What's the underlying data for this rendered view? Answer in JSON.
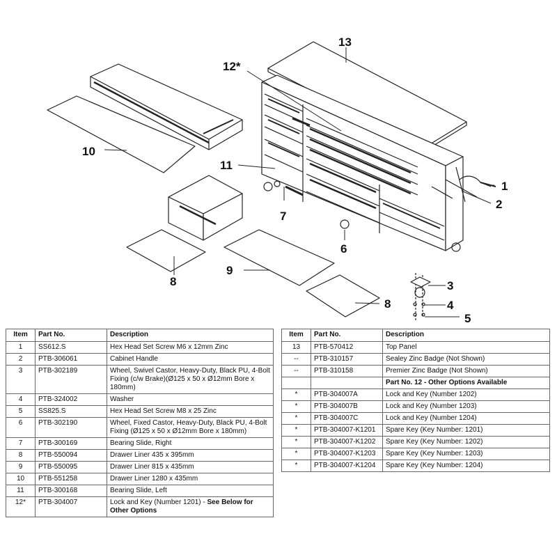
{
  "callouts": {
    "c1": "1",
    "c2": "2",
    "c3": "3",
    "c4": "4",
    "c5": "5",
    "c6": "6",
    "c7": "7",
    "c8a": "8",
    "c8b": "8",
    "c9": "9",
    "c10": "10",
    "c11": "11",
    "c12": "12*",
    "c13": "13"
  },
  "table_headers": {
    "item": "Item",
    "part_no": "Part No.",
    "description": "Description"
  },
  "left_table": [
    {
      "item": "1",
      "part_no": "SS612.S",
      "description": "Hex Head Set Screw M6 x 12mm Zinc"
    },
    {
      "item": "2",
      "part_no": "PTB-306061",
      "description": "Cabinet Handle"
    },
    {
      "item": "3",
      "part_no": "PTB-302189",
      "description": "Wheel, Swivel Castor, Heavy-Duty, Black PU, 4-Bolt Fixing (c/w Brake)(Ø125 x 50 x Ø12mm Bore x 180mm)"
    },
    {
      "item": "4",
      "part_no": "PTB-324002",
      "description": "Washer"
    },
    {
      "item": "5",
      "part_no": "SS825.S",
      "description": "Hex Head Set Screw M8 x 25 Zinc"
    },
    {
      "item": "6",
      "part_no": "PTB-302190",
      "description": "Wheel, Fixed Castor, Heavy-Duty, Black PU, 4-Bolt Fixing (Ø125 x 50 x  Ø12mm Bore x 180mm)"
    },
    {
      "item": "7",
      "part_no": "PTB-300169",
      "description": "Bearing Slide, Right"
    },
    {
      "item": "8",
      "part_no": "PTB-550094",
      "description": "Drawer Liner 435 x 395mm"
    },
    {
      "item": "9",
      "part_no": "PTB-550095",
      "description": "Drawer Liner 815 x 435mm"
    },
    {
      "item": "10",
      "part_no": "PTB-551258",
      "description": "Drawer Liner 1280 x 435mm"
    },
    {
      "item": "11",
      "part_no": "PTB-300168",
      "description": "Bearing Slide, Left"
    },
    {
      "item": "12*",
      "part_no": "PTB-304007",
      "description": "Lock and Key (Number 1201) - ",
      "description_bold": "See Below for Other Options"
    }
  ],
  "right_table": [
    {
      "item": "13",
      "part_no": "PTB-570412",
      "description": "Top Panel"
    },
    {
      "item": "--",
      "part_no": "PTB-310157",
      "description": "Sealey Zinc Badge (Not Shown)"
    },
    {
      "item": "--",
      "part_no": "PTB-310158",
      "description": "Premier Zinc Badge (Not Shown)"
    },
    {
      "item": "",
      "part_no": "",
      "description": "",
      "description_bold": "Part No. 12 - Other Options Available"
    },
    {
      "item": "*",
      "part_no": "PTB-304007A",
      "description": "Lock and Key (Number 1202)"
    },
    {
      "item": "*",
      "part_no": "PTB-304007B",
      "description": "Lock and Key (Number 1203)"
    },
    {
      "item": "*",
      "part_no": "PTB-304007C",
      "description": "Lock and Key (Number 1204)"
    },
    {
      "item": "*",
      "part_no": "PTB-304007-K1201",
      "description": "Spare Key (Key Number: 1201)"
    },
    {
      "item": "*",
      "part_no": "PTB-304007-K1202",
      "description": "Spare Key (Key Number: 1202)"
    },
    {
      "item": "*",
      "part_no": "PTB-304007-K1203",
      "description": "Spare Key (Key Number: 1203)"
    },
    {
      "item": "*",
      "part_no": "PTB-304007-K1204",
      "description": "Spare Key (Key Number: 1204)"
    }
  ]
}
